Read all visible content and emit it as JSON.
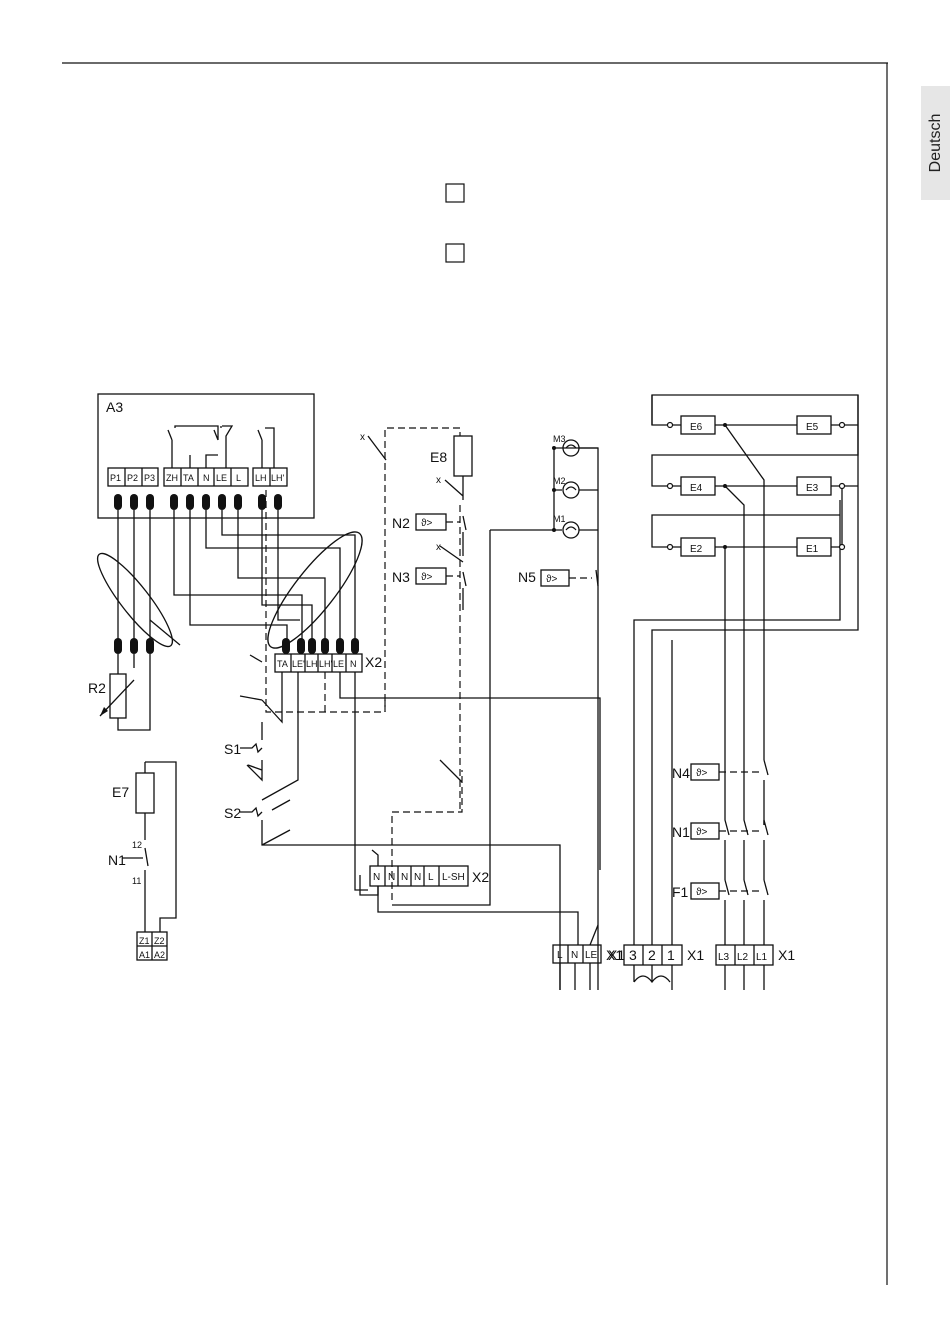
{
  "side_tab": {
    "label": "Deutsch"
  },
  "checkboxes": [
    {
      "checked": false
    },
    {
      "checked": false
    }
  ],
  "components": {
    "A3": "A3",
    "E8": "E8",
    "N2": "N2",
    "N3": "N3",
    "N5": "N5",
    "M1": "M1",
    "M2": "M2",
    "M3": "M3",
    "R2": "R2",
    "E7": "E7",
    "N1_left": "N1",
    "S1": "S1",
    "S2": "S2",
    "E1": "E1",
    "E2": "E2",
    "E3": "E3",
    "E4": "E4",
    "E5": "E5",
    "E6": "E6",
    "N4": "N4",
    "N1_right": "N1",
    "F1": "F1"
  },
  "thermostat_symbol": "ϑ>",
  "cross_mark": "x",
  "a3_terminals": [
    "P1",
    "P2",
    "P3",
    "ZH",
    "TA",
    "N",
    "LE",
    "L",
    "LH",
    "LH'"
  ],
  "x2_upper": {
    "name": "X2",
    "terminals": [
      "TA",
      "LE'",
      "LH",
      "LH'",
      "LE",
      "N"
    ]
  },
  "x2_lower": {
    "name": "X2",
    "terminals": [
      "N",
      "N",
      "N",
      "N",
      "L",
      "L-SH"
    ]
  },
  "x1_main": {
    "name": "X1",
    "terminals": [
      "L",
      "N",
      "LE"
    ]
  },
  "x1_ctrl": {
    "name": "X1",
    "terminals": [
      "3",
      "2",
      "1"
    ],
    "suffix": "X1"
  },
  "x1_power": {
    "name": "X1",
    "terminals": [
      "L3",
      "L2",
      "L1"
    ]
  },
  "e7_terminals": {
    "top": [
      "Z1",
      "Z2"
    ],
    "bottom": [
      "A1",
      "A2"
    ],
    "contact_top": "12",
    "contact_bottom": "11"
  }
}
